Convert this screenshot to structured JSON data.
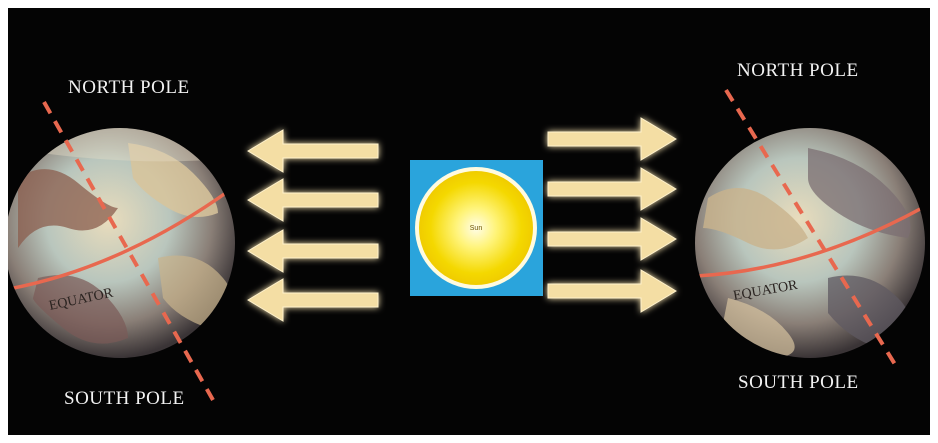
{
  "left_earth": {
    "north_label": "NORTH POLE",
    "south_label": "SOUTH POLE",
    "equator_label": "EQUATOR"
  },
  "right_earth": {
    "north_label": "NORTH POLE",
    "south_label": "SOUTH POLE",
    "equator_label": "EQUATOR"
  },
  "sun": {
    "label": "Sun"
  },
  "colors": {
    "background": "#040404",
    "sun_panel": "#2aa4dc",
    "sun_core": "#fff9b0",
    "sun_rim": "#f1d400",
    "arrow": "#f4dea4",
    "axis": "#e86a50",
    "equator": "#e86a50"
  },
  "icons": {
    "left_arrows": "arrow-left-icon",
    "right_arrows": "arrow-right-icon",
    "sun": "sun-icon",
    "earth": "earth-globe-icon"
  }
}
